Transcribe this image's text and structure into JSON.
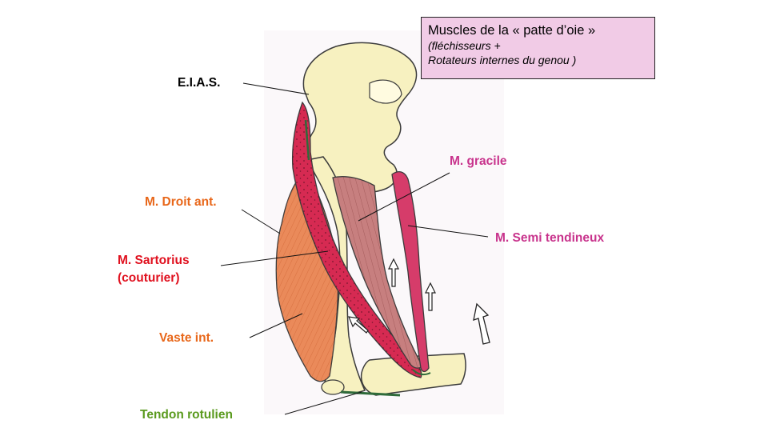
{
  "title": {
    "line1": "Muscles de la « patte d’oie »",
    "line2": "(fléchisseurs +",
    "line3": "Rotateurs internes du genou )",
    "background": "#f1cbe6"
  },
  "labels": {
    "eias": {
      "text": "E.I.A.S.",
      "color": "#000000"
    },
    "gracile": {
      "text": "M. gracile",
      "color": "#c8338c"
    },
    "droit_ant": {
      "text": "M. Droit ant.",
      "color": "#e8671a"
    },
    "semi_tendineux": {
      "text": "M. Semi tendineux",
      "color": "#c8338c"
    },
    "sartorius_line1": {
      "text": "M. Sartorius",
      "color": "#e0101e"
    },
    "sartorius_line2": {
      "text": "(couturier)",
      "color": "#e0101e"
    },
    "vaste_int": {
      "text": "Vaste int.",
      "color": "#e8671a"
    },
    "tendon_rotulien": {
      "text": "Tendon rotulien",
      "color": "#5a9a1e"
    }
  },
  "colors": {
    "bone": "#f7f1c0",
    "sartorius": "#d62a52",
    "vaste": "#ea8a5a",
    "gracile_muscle": "#c77f7f",
    "semitendinosus_muscle": "#d63c6a",
    "tendon": "#2f6b3a"
  }
}
